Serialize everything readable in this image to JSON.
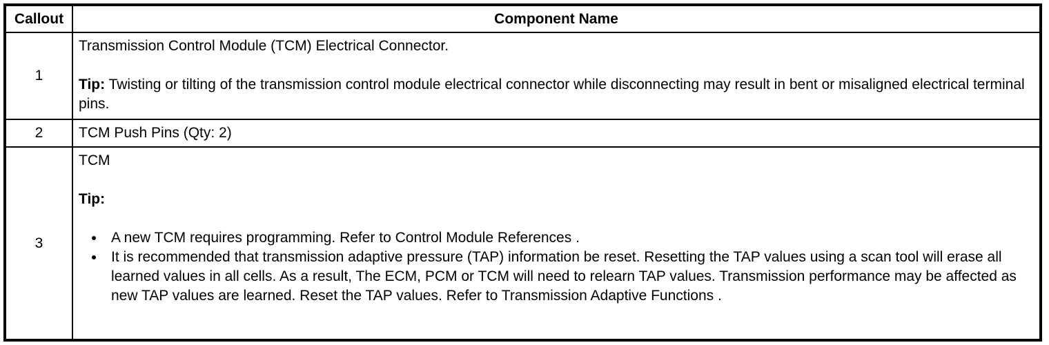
{
  "colors": {
    "border": "#000000",
    "text": "#000000",
    "background": "#ffffff"
  },
  "table": {
    "headers": {
      "callout": "Callout",
      "component": "Component Name"
    },
    "rows": [
      {
        "callout": "1",
        "title": "Transmission Control Module (TCM) Electrical Connector.",
        "tip_label": "Tip:",
        "tip_text": " Twisting or tilting of the transmission control module electrical connector while disconnecting may result in bent or misaligned electrical terminal pins."
      },
      {
        "callout": "2",
        "title": "TCM Push Pins (Qty: 2)"
      },
      {
        "callout": "3",
        "title": "TCM",
        "tip_label": "Tip:",
        "bullets": [
          "A new TCM requires programming. Refer to Control Module References .",
          "It is recommended that transmission adaptive pressure (TAP) information be reset. Resetting the TAP values using a scan tool will erase all learned values in all cells. As a result, The ECM, PCM or TCM will need to relearn TAP values. Transmission performance may be affected as new TAP values are learned. Reset the TAP values. Refer to Transmission Adaptive Functions ."
        ]
      }
    ]
  }
}
